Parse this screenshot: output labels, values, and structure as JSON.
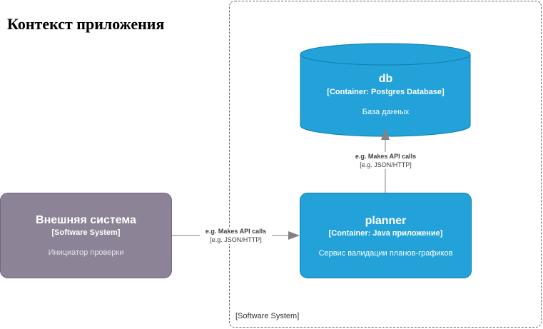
{
  "title": "Контекст приложения",
  "boundary": {
    "label": "[Software System]"
  },
  "nodes": {
    "external": {
      "name": "Внешняя система",
      "type": "[Software System]",
      "description": "Инициатор проверки"
    },
    "planner": {
      "name": "planner",
      "type": "[Container: Java приложение]",
      "description": "Сервис валидации планов-графиков"
    },
    "db": {
      "name": "db",
      "type": "[Container: Postgres Database]",
      "description": "База данных"
    }
  },
  "edges": {
    "external_to_planner": {
      "description": "e.g. Makes API calls",
      "technology": "[e.g. JSON/HTTP]"
    },
    "planner_to_db": {
      "description": "e.g. Makes API calls",
      "technology": "[e.g. JSON/HTTP]"
    }
  },
  "colors": {
    "container": "#23a2d9",
    "container_border": "#0e7dad",
    "external_system": "#8c8496",
    "external_system_border": "#736782",
    "edge": "#828282"
  }
}
